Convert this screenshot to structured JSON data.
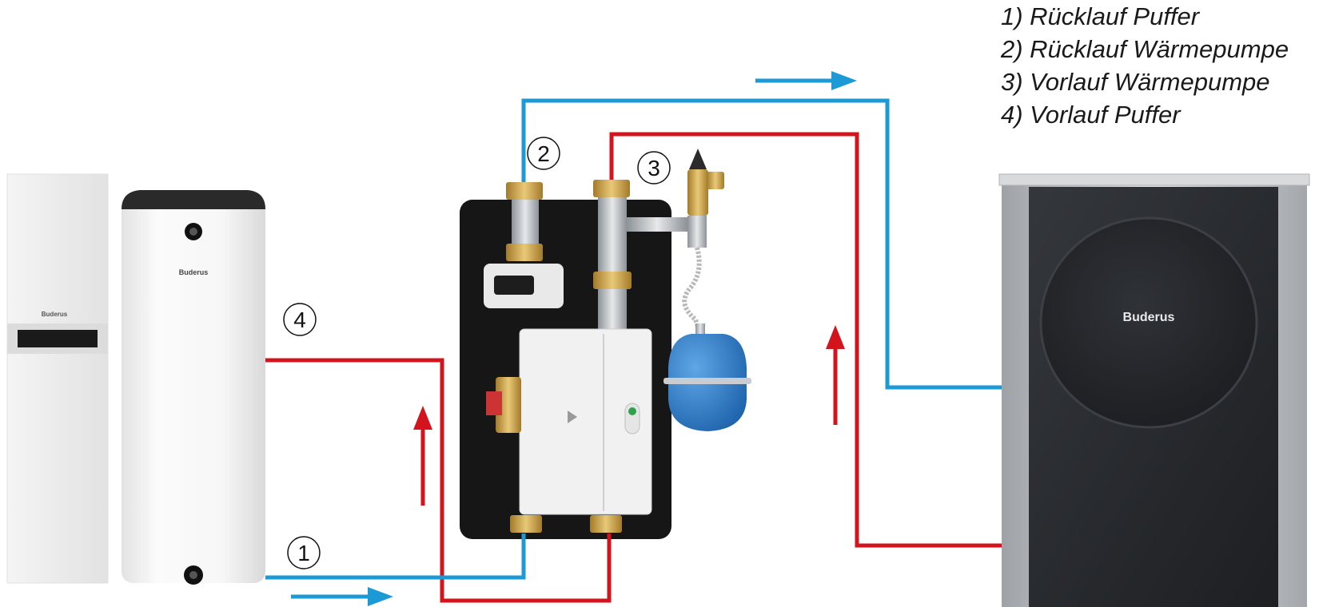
{
  "legend": {
    "items": [
      "1) Rücklauf Puffer",
      "2) Rücklauf Wärmepumpe",
      "3) Vorlauf Wärmepumpe",
      "4) Vorlauf Puffer"
    ]
  },
  "markers": {
    "m1": "1",
    "m2": "2",
    "m3": "3",
    "m4": "4"
  },
  "branding": {
    "heat_pump_logo": "Buderus",
    "tank_logo": "Buderus",
    "indoor_unit_logo": "Buderus"
  },
  "colors": {
    "flow_hot": "#d4141c",
    "flow_cold": "#1c9ad6",
    "heat_pump_body": "#25272b",
    "heat_pump_frame": "#bfc2c5",
    "station_insulation": "#161616",
    "expansion_vessel": "#1f73c2",
    "brass": "#c9a24a"
  }
}
